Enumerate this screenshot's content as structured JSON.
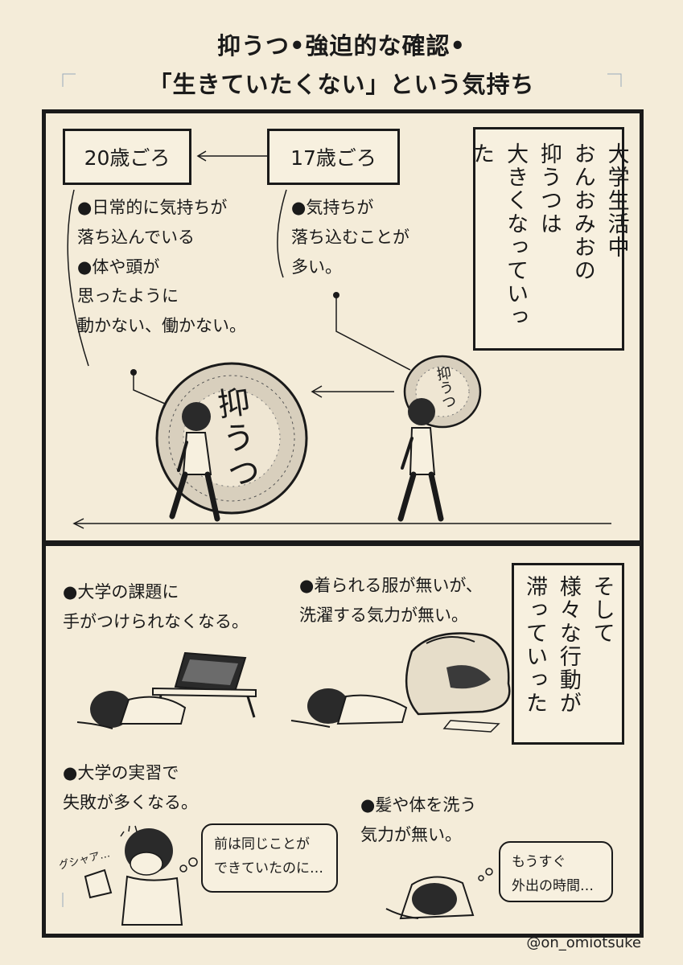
{
  "title": {
    "line1": "抑うつ•強迫的な確認•",
    "line2": "「生きていたくない」という気持ち"
  },
  "panel1": {
    "label_20": "20歳ごろ",
    "label_17": "17歳ごろ",
    "notes_20": "●日常的に気持ちが\n 落ち込んでいる\n●体や頭が\n 思ったように\n 動かない、働かない。",
    "notes_17": "●気持ちが\n 落ち込むことが\n 多い。",
    "vertical_text": "大学生活中\nおんおみおの\n抑うつは\n大きくなっていった",
    "boulder_big_text": "抑うつ",
    "boulder_small_text": "抑うつ"
  },
  "panel2": {
    "note_task": "●大学の課題に\n 手がつけられなくなる。",
    "note_clothes": "●着られる服が無いが、\n 洗濯する気力が無い。",
    "vertical_text": "そして\n様々な行動が\n滞っていった",
    "note_practice": "●大学の実習で\n 失敗が多くなる。",
    "note_wash": "●髪や体を洗う\n 気力が無い。",
    "bubble_before": "前は同じことが\nできていたのに…",
    "bubble_time": "もうすぐ\n外出の時間…",
    "sfx_crash": "グシャア…"
  },
  "credit": "@on_omiotsuke"
}
